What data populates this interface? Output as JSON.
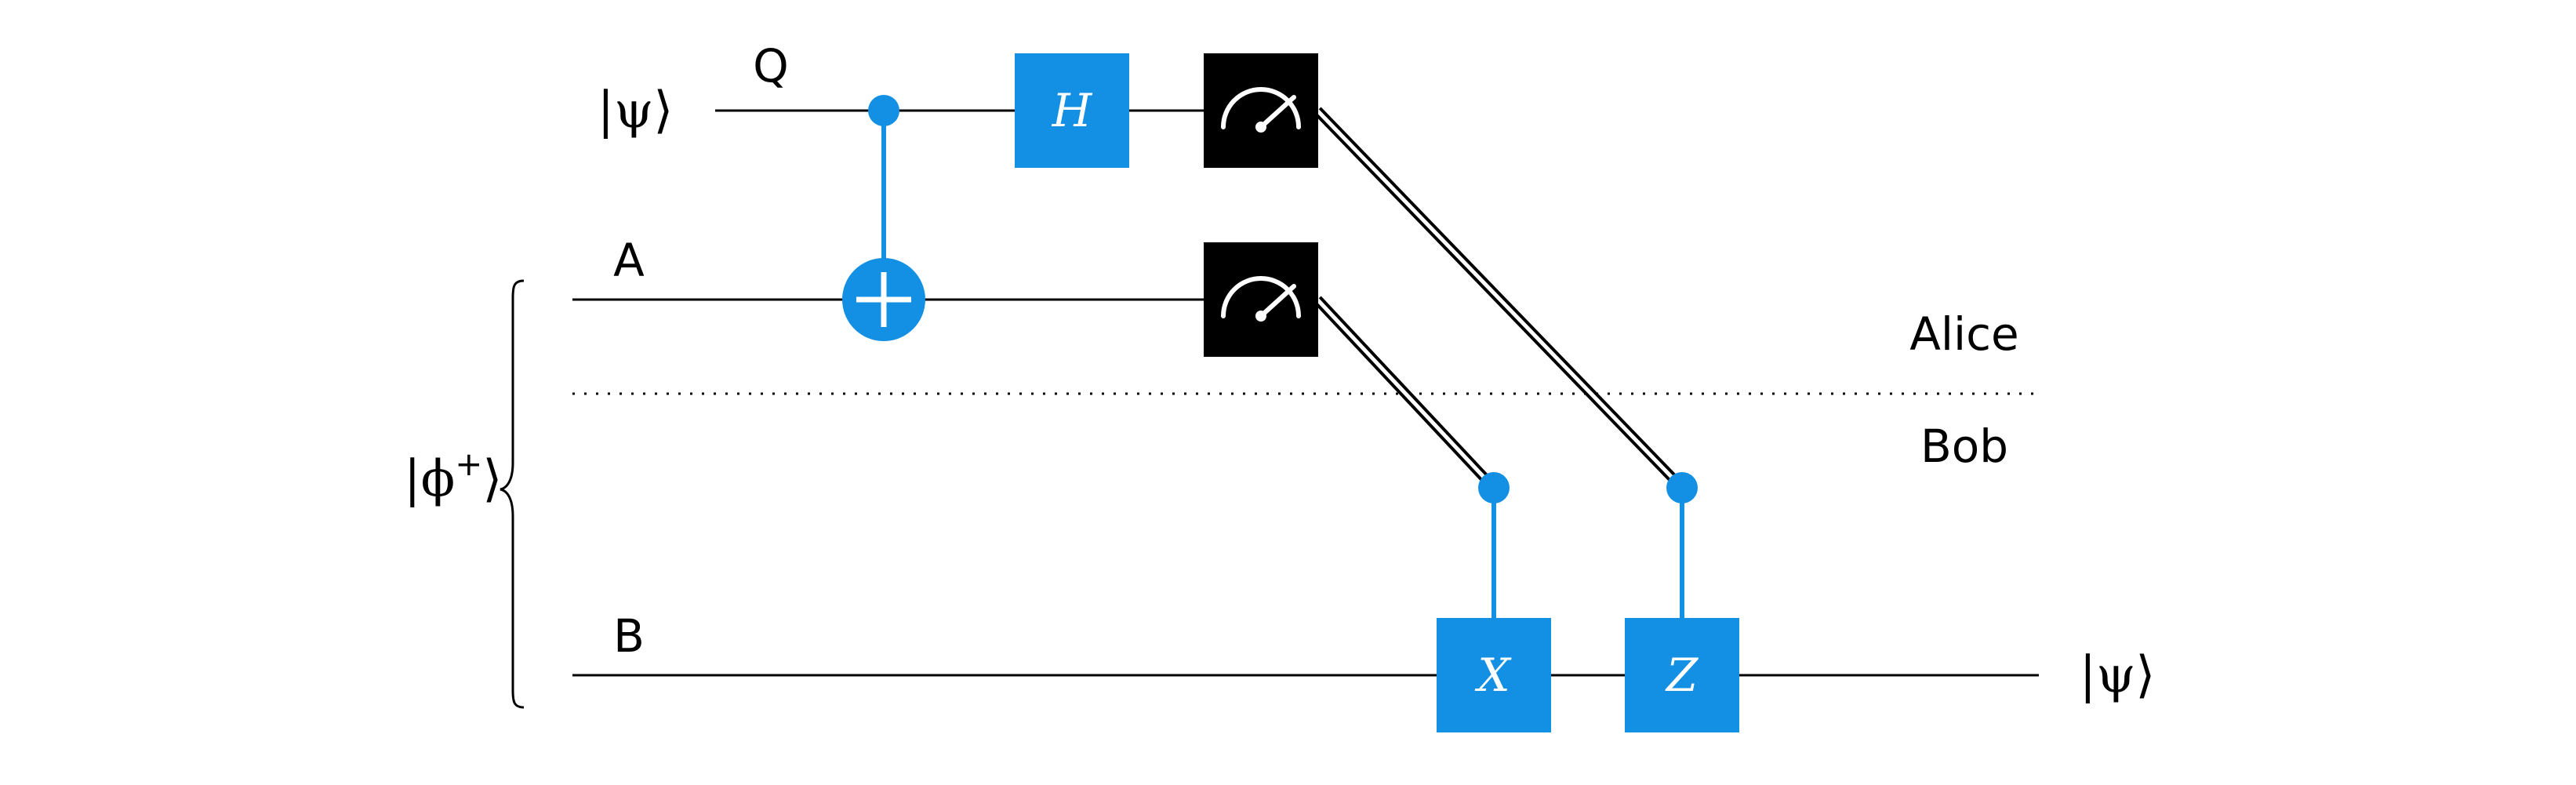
{
  "colors": {
    "gate": "#1390E4",
    "measure": "#000000",
    "wire": "#000000",
    "gate_text": "#ffffff"
  },
  "wires": {
    "q_label": "Q",
    "a_label": "A",
    "b_label": "B"
  },
  "states": {
    "input": "|ψ⟩",
    "bell_open": "|ϕ",
    "bell_sup": "+",
    "bell_close": "⟩",
    "output": "|ψ⟩"
  },
  "gates": {
    "h": "H",
    "x": "X",
    "z": "Z"
  },
  "parties": {
    "alice": "Alice",
    "bob": "Bob"
  },
  "icons": {
    "measure": "meter-icon",
    "cnot_target": "plus-circle-icon"
  }
}
